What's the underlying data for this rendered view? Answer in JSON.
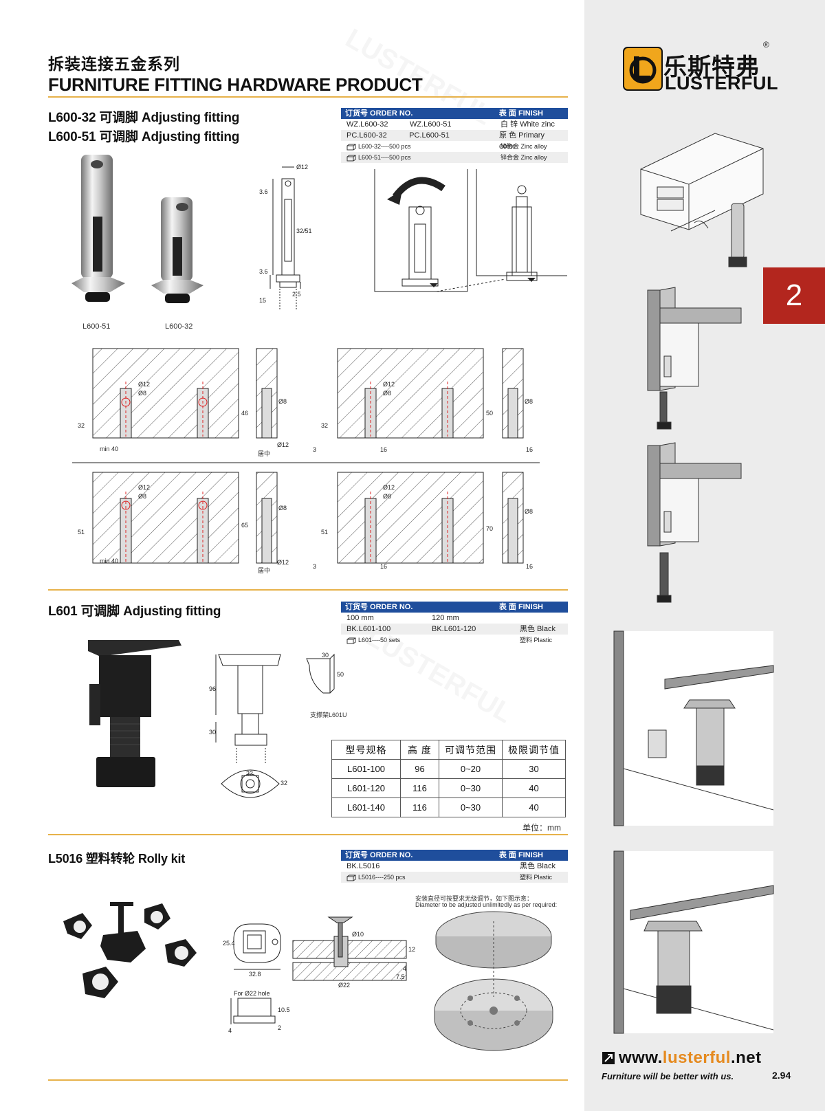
{
  "header": {
    "title_cn": "拆装连接五金系列",
    "title_en": "FURNITURE FITTING HARDWARE PRODUCT"
  },
  "brand": {
    "name_cn": "乐斯特弗",
    "name_en": "LUSTERFUL",
    "registered": "®",
    "page_tab": "2",
    "url_prefix": "www.",
    "url_highlight": "lusterful",
    "url_suffix": ".net",
    "slogan": "Furniture will be better with us.",
    "page_number": "2.94",
    "accent_color": "#e58a1f",
    "tab_color": "#b3261e",
    "header_color": "#1f4e9c"
  },
  "section1": {
    "title_line1": "L600-32 可调脚 Adjusting fitting",
    "title_line2": "L600-51 可调脚 Adjusting fitting",
    "order": {
      "head_order": "订货号 ORDER NO.",
      "head_finish": "表 面 FINISH",
      "rows": [
        {
          "a": "WZ.L600-32",
          "b": "WZ.L600-51",
          "finish": "白 锌 White zinc"
        },
        {
          "a": "PC.L600-32",
          "b": "PC.L600-51",
          "finish": "原 色 Primary color"
        },
        {
          "a": "L600-32----500 pcs",
          "b": "",
          "finish": "锌合金 Zinc alloy"
        },
        {
          "a": "L600-51----500 pcs",
          "b": "",
          "finish": "锌合金 Zinc alloy"
        }
      ]
    },
    "photo_labels": [
      "L600-51",
      "L600-32"
    ],
    "dims": {
      "d12": "Ø12",
      "d8": "Ø8",
      "h36": "3.6",
      "h3251": "32/51",
      "h36b": "3.6",
      "h25": "2.5",
      "h15": "15",
      "v32": "32",
      "v46": "46",
      "v50": "50",
      "v51": "51",
      "v65": "65",
      "v70": "70",
      "min40": "min 40",
      "center": "居中",
      "d16": "16",
      "d3": "3"
    }
  },
  "section2": {
    "title": "L601 可调脚 Adjusting fitting",
    "order": {
      "head_order": "订货号 ORDER NO.",
      "head_finish": "表 面 FINISH",
      "rows": [
        {
          "a": "100 mm",
          "b": "120 mm",
          "finish": ""
        },
        {
          "a": "BK.L601-100",
          "b": "BK.L601-120",
          "finish": "黑色 Black"
        },
        {
          "a": "L601----50 sets",
          "b": "",
          "finish": "塑料 Plastic"
        }
      ]
    },
    "dims": {
      "h96": "96",
      "h30": "30",
      "w32": "32",
      "h32": "32",
      "w30": "30",
      "h50": "50",
      "support": "支撑架L601U"
    },
    "spec": {
      "headers": [
        "型号规格",
        "高 度",
        "可调节范围",
        "极限调节值"
      ],
      "rows": [
        [
          "L601-100",
          "96",
          "0~20",
          "30"
        ],
        [
          "L601-120",
          "116",
          "0~30",
          "40"
        ],
        [
          "L601-140",
          "116",
          "0~30",
          "40"
        ]
      ],
      "unit": "单位：mm"
    }
  },
  "section3": {
    "title": "L5016 塑料转轮 Rolly kit",
    "order": {
      "head_order": "订货号 ORDER NO.",
      "head_finish": "表 面 FINISH",
      "rows": [
        {
          "a": "BK.L5016",
          "b": "",
          "finish": "黑色 Black"
        },
        {
          "a": "L5016----250 pcs",
          "b": "",
          "finish": "塑料 Plastic"
        }
      ]
    },
    "note_cn": "安装直径可按要求无级调节，如下图示意：",
    "note_en": "Diameter to be adjusted unlimitedly as per required:",
    "dims": {
      "w254": "25.4",
      "w328": "32.8",
      "d10": "Ø10",
      "d22": "Ø22",
      "h12": "12",
      "h4": "4",
      "h75": "7.5",
      "for22": "For Ø22 hole",
      "h105": "10.5",
      "h4b": "4",
      "h2": "2"
    }
  }
}
